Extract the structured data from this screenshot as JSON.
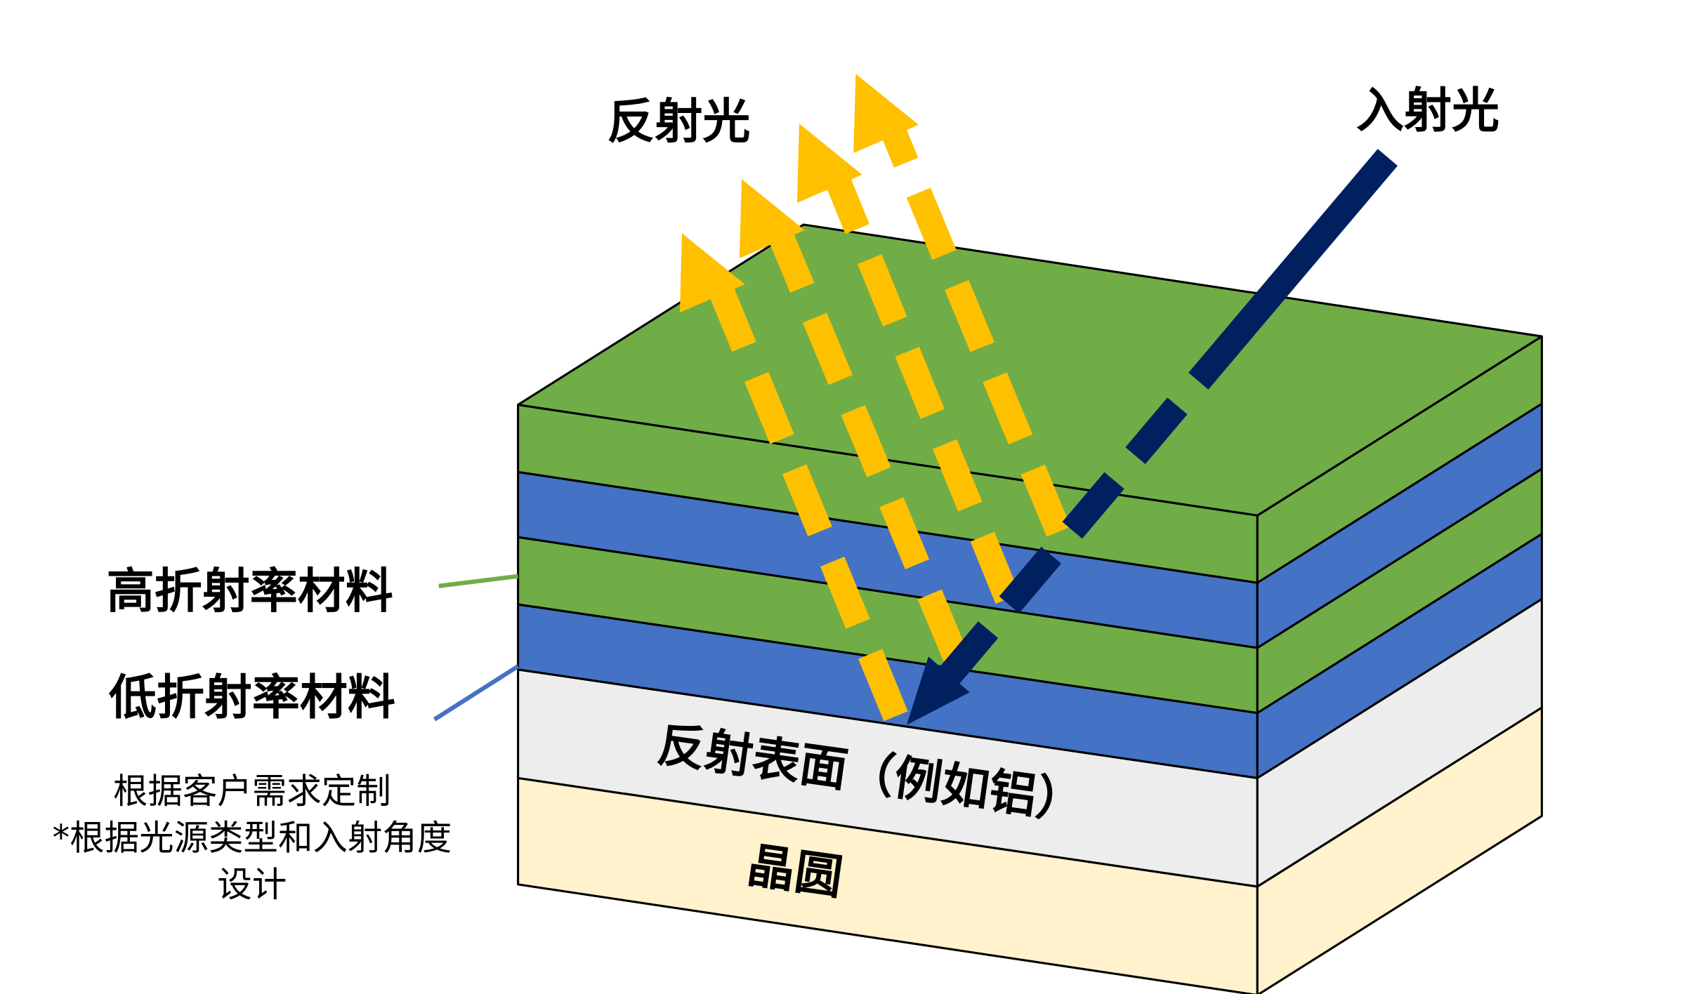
{
  "labels": {
    "reflected_light": "反射光",
    "incident_light": "入射光",
    "high_index": "高折射率材料",
    "low_index": "低折射率材料",
    "note_line1": "根据客户需求定制",
    "note_line2": "*根据光源类型和入射角度",
    "note_line3": "设计",
    "reflective_surface": "反射表面（例如铝）",
    "wafer": "晶圆"
  },
  "colors": {
    "high_index": "#70ad47",
    "low_index": "#4472c4",
    "reflective_surface": "#ededed",
    "wafer": "#fff2cc",
    "reflected_light": "#ffc000",
    "incident_light": "#002060"
  }
}
